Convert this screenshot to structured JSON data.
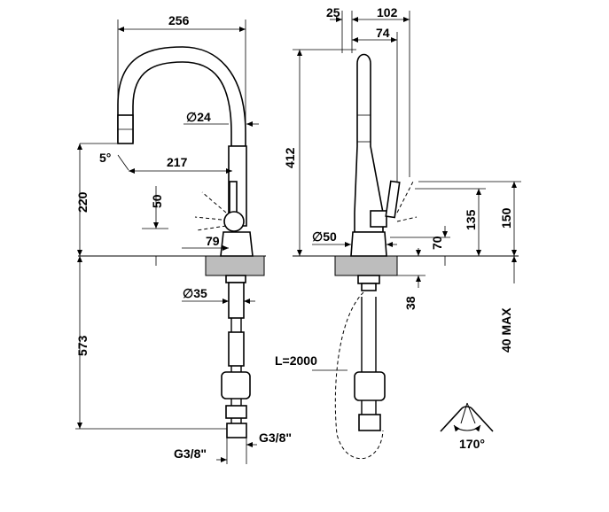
{
  "drawing_title": "Kitchen mixer with pull-out spout - dimensional drawing",
  "front_view": {
    "width": "256",
    "spout_diameter": "∅24",
    "tilt_angle": "5°",
    "reach": "217",
    "height_below_spout": "220",
    "lever_offset": "50",
    "base_to_lever": "79",
    "body_diameter": "∅35",
    "underside_length": "573",
    "connection_left": "G3/8\"",
    "connection_right": "G3/8\""
  },
  "side_view": {
    "back_offset": "25",
    "depth_total": "102",
    "lever_depth": "74",
    "total_height": "412",
    "base_diameter": "∅50",
    "hose_length": "L=2000",
    "lever_height_1": "150",
    "lever_height_2": "135",
    "lever_height_3": "70",
    "deck_thickness": "38",
    "deck_max": "40 MAX"
  },
  "rotation": {
    "angle": "170°"
  }
}
